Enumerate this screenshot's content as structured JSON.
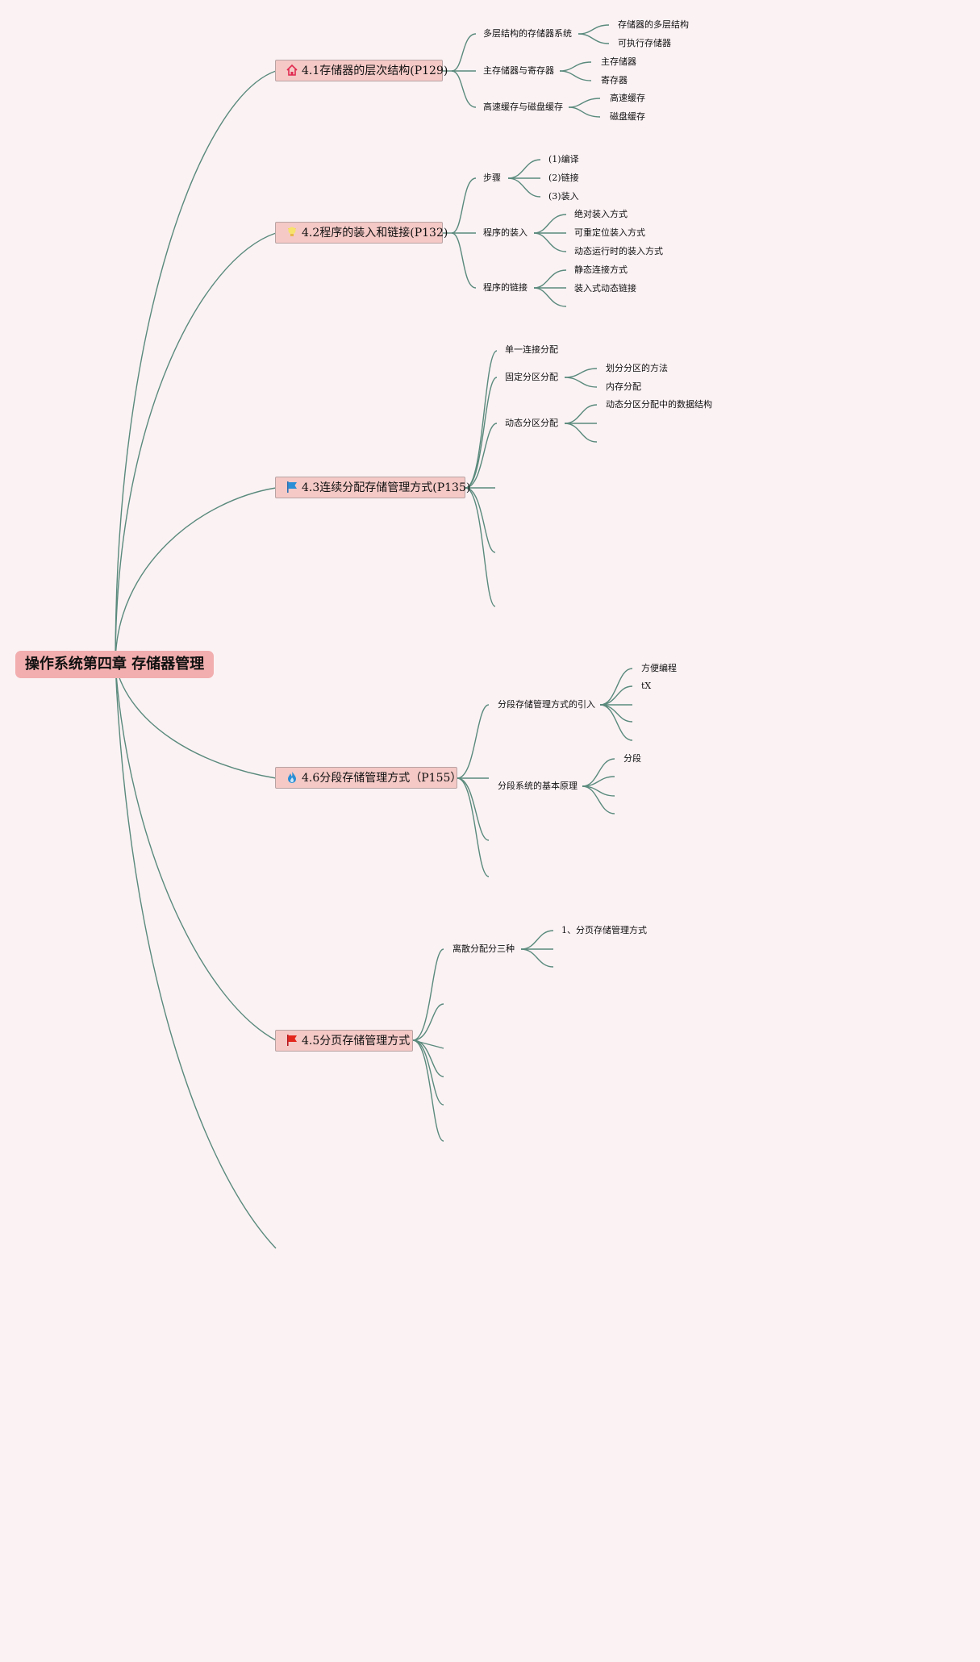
{
  "root": {
    "title": "操作系统第四章 存储器管理"
  },
  "topics": [
    {
      "label": "4.1存储器的层次结构(P129)",
      "icon": "house-icon",
      "children": [
        {
          "label": "多层结构的存储器系统",
          "children": [
            "存储器的多层结构",
            "可执行存储器"
          ]
        },
        {
          "label": "主存储器与寄存器",
          "children": [
            "主存储器",
            "寄存器"
          ]
        },
        {
          "label": "高速缓存与磁盘缓存",
          "children": [
            "高速缓存",
            "磁盘缓存"
          ]
        }
      ]
    },
    {
      "label": "4.2程序的装入和链接(P132)",
      "icon": "lightbulb-icon",
      "children": [
        {
          "label": "步骤",
          "children": [
            "(1)编译",
            "(2)链接",
            "(3)装入"
          ]
        },
        {
          "label": "程序的装入",
          "children": [
            "绝对装入方式",
            "可重定位装入方式",
            "动态运行时的装入方式"
          ]
        },
        {
          "label": "程序的链接",
          "children": [
            "静态连接方式",
            "装入式动态链接"
          ]
        }
      ]
    },
    {
      "label": "4.3连续分配存储管理方式(P135)",
      "icon": "blue-flag-icon",
      "children": [
        {
          "label": "单一连接分配",
          "children": []
        },
        {
          "label": "固定分区分配",
          "children": [
            "划分分区的方法",
            "内存分配"
          ]
        },
        {
          "label": "动态分区分配",
          "children": [
            "动态分区分配中的数据结构"
          ]
        }
      ]
    },
    {
      "label": "4.6分段存储管理方式（P155）",
      "icon": "flame-icon",
      "children": [
        {
          "label": "分段存储管理方式的引入",
          "children": [
            "方便编程",
            "tX"
          ]
        },
        {
          "label": "分段系统的基本原理",
          "children": [
            "分段"
          ]
        }
      ]
    },
    {
      "label": "4.5分页存储管理方式",
      "icon": "red-flag-icon",
      "children": [
        {
          "label": "离散分配分三种",
          "children": [
            "1、分页存储管理方式"
          ]
        }
      ]
    }
  ],
  "colors": {
    "background": "#fbf2f4",
    "root_fill": "#f2aeae",
    "topic_fill": "#f4c9c6",
    "link": "#5a8a7c"
  }
}
